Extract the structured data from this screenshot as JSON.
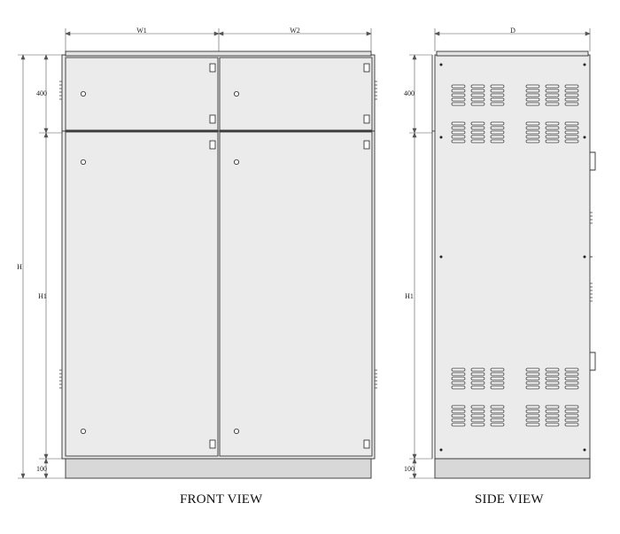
{
  "captions": {
    "front_view": "FRONT VIEW",
    "side_view": "SIDE VIEW"
  },
  "dimensions": {
    "w1": "W1",
    "w2": "W2",
    "depth": "D",
    "total_height": "H",
    "front_top_section": "400",
    "front_body": "H1",
    "front_plinth": "100",
    "side_top_section": "400",
    "side_body": "H1",
    "side_plinth": "100"
  },
  "colors": {
    "line": "#333333",
    "fill": "#ebebeb",
    "plinth": "#d8d8d8",
    "dim_line": "#555555"
  }
}
